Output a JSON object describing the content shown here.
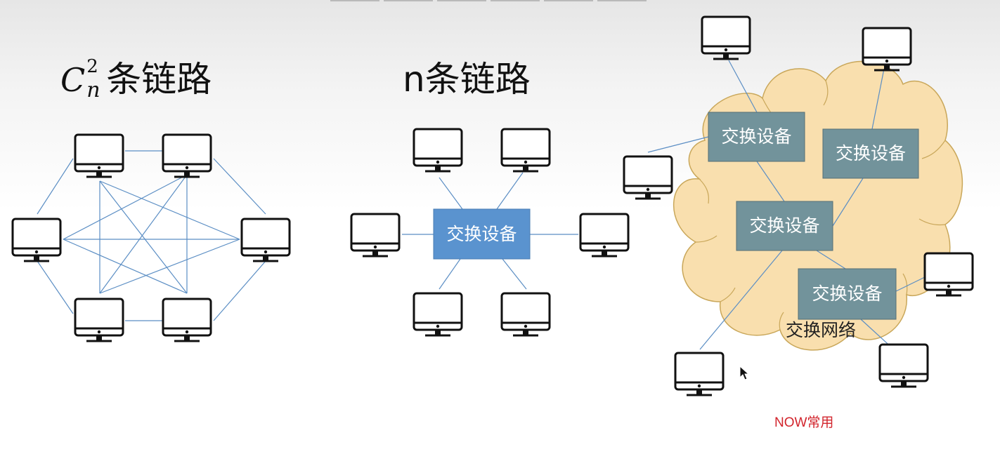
{
  "title_full_mesh": {
    "sup": "2",
    "base": "C",
    "sub": "n",
    "text": "条链路"
  },
  "title_star": "n条链路",
  "switch_label": "交换设备",
  "network_label": "交换网络",
  "note": "NOW常用",
  "colors": {
    "link": "#5b8ec4",
    "switch_star": "#5a93cf",
    "switch_cloud": "#72939b",
    "cloud_fill": "#f9dfae",
    "cloud_stroke": "#c9a75a",
    "note": "#d2242c"
  }
}
